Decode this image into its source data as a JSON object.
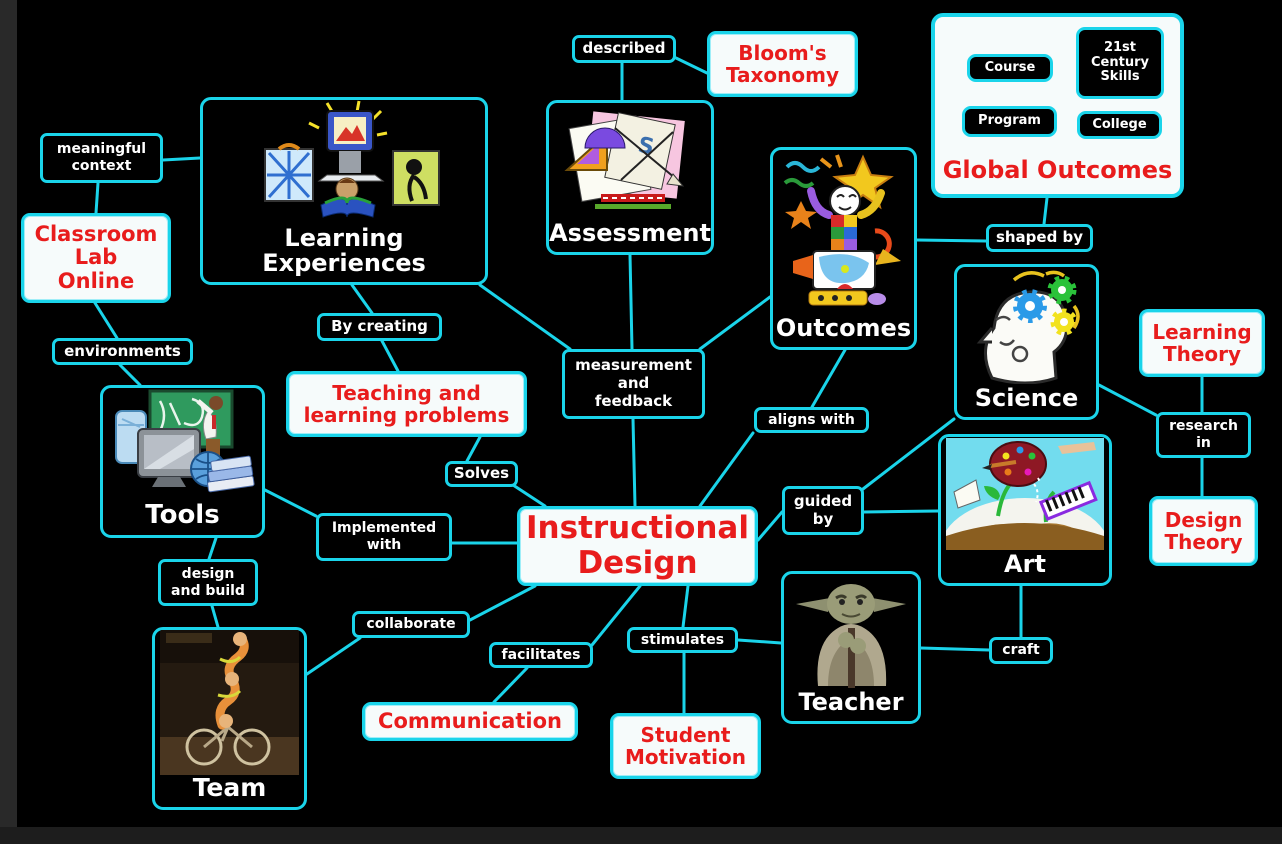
{
  "colors": {
    "accent_cyan": "#1ad4ea",
    "node_red": "#e81c1c",
    "white_box_bg": "#f6fbfb",
    "canvas_bg": "#000000",
    "label_text": "#ffffff"
  },
  "nodes": {
    "meaningful_context": {
      "label": "meaningful\ncontext"
    },
    "classroom_lab_online": {
      "label": "Classroom\nLab\nOnline"
    },
    "environments": {
      "label": "environments"
    },
    "learning_experiences": {
      "title": "Learning Experiences"
    },
    "by_creating": {
      "label": "By creating"
    },
    "teaching_learning_problems": {
      "label": "Teaching and\nlearning problems"
    },
    "solves": {
      "label": "Solves"
    },
    "tools": {
      "title": "Tools"
    },
    "implemented_with": {
      "label": "Implemented\nwith"
    },
    "design_and_build": {
      "label": "design\nand build"
    },
    "team": {
      "title": "Team"
    },
    "collaborate": {
      "label": "collaborate"
    },
    "instructional_design": {
      "label": "Instructional\nDesign"
    },
    "measurement_feedback": {
      "label": "measurement\nand\nfeedback"
    },
    "assessment": {
      "title": "Assessment"
    },
    "described": {
      "label": "described"
    },
    "blooms_taxonomy": {
      "label": "Bloom's\nTaxonomy"
    },
    "outcomes": {
      "title": "Outcomes"
    },
    "aligns_with": {
      "label": "aligns with"
    },
    "shaped_by": {
      "label": "shaped by"
    },
    "global_outcomes": {
      "title": "Global Outcomes",
      "pills": [
        "Course",
        "21st\nCentury\nSkills",
        "Program",
        "College"
      ]
    },
    "science": {
      "title": "Science"
    },
    "learning_theory": {
      "label": "Learning\nTheory"
    },
    "research_in": {
      "label": "research\nin"
    },
    "design_theory": {
      "label": "Design\nTheory"
    },
    "guided_by": {
      "label": "guided\nby"
    },
    "art": {
      "title": "Art"
    },
    "craft": {
      "label": "craft"
    },
    "teacher": {
      "title": "Teacher"
    },
    "stimulates": {
      "label": "stimulates"
    },
    "student_motivation": {
      "label": "Student\nMotivation"
    },
    "communication": {
      "label": "Communication"
    },
    "facilitates": {
      "label": "facilitates"
    }
  }
}
